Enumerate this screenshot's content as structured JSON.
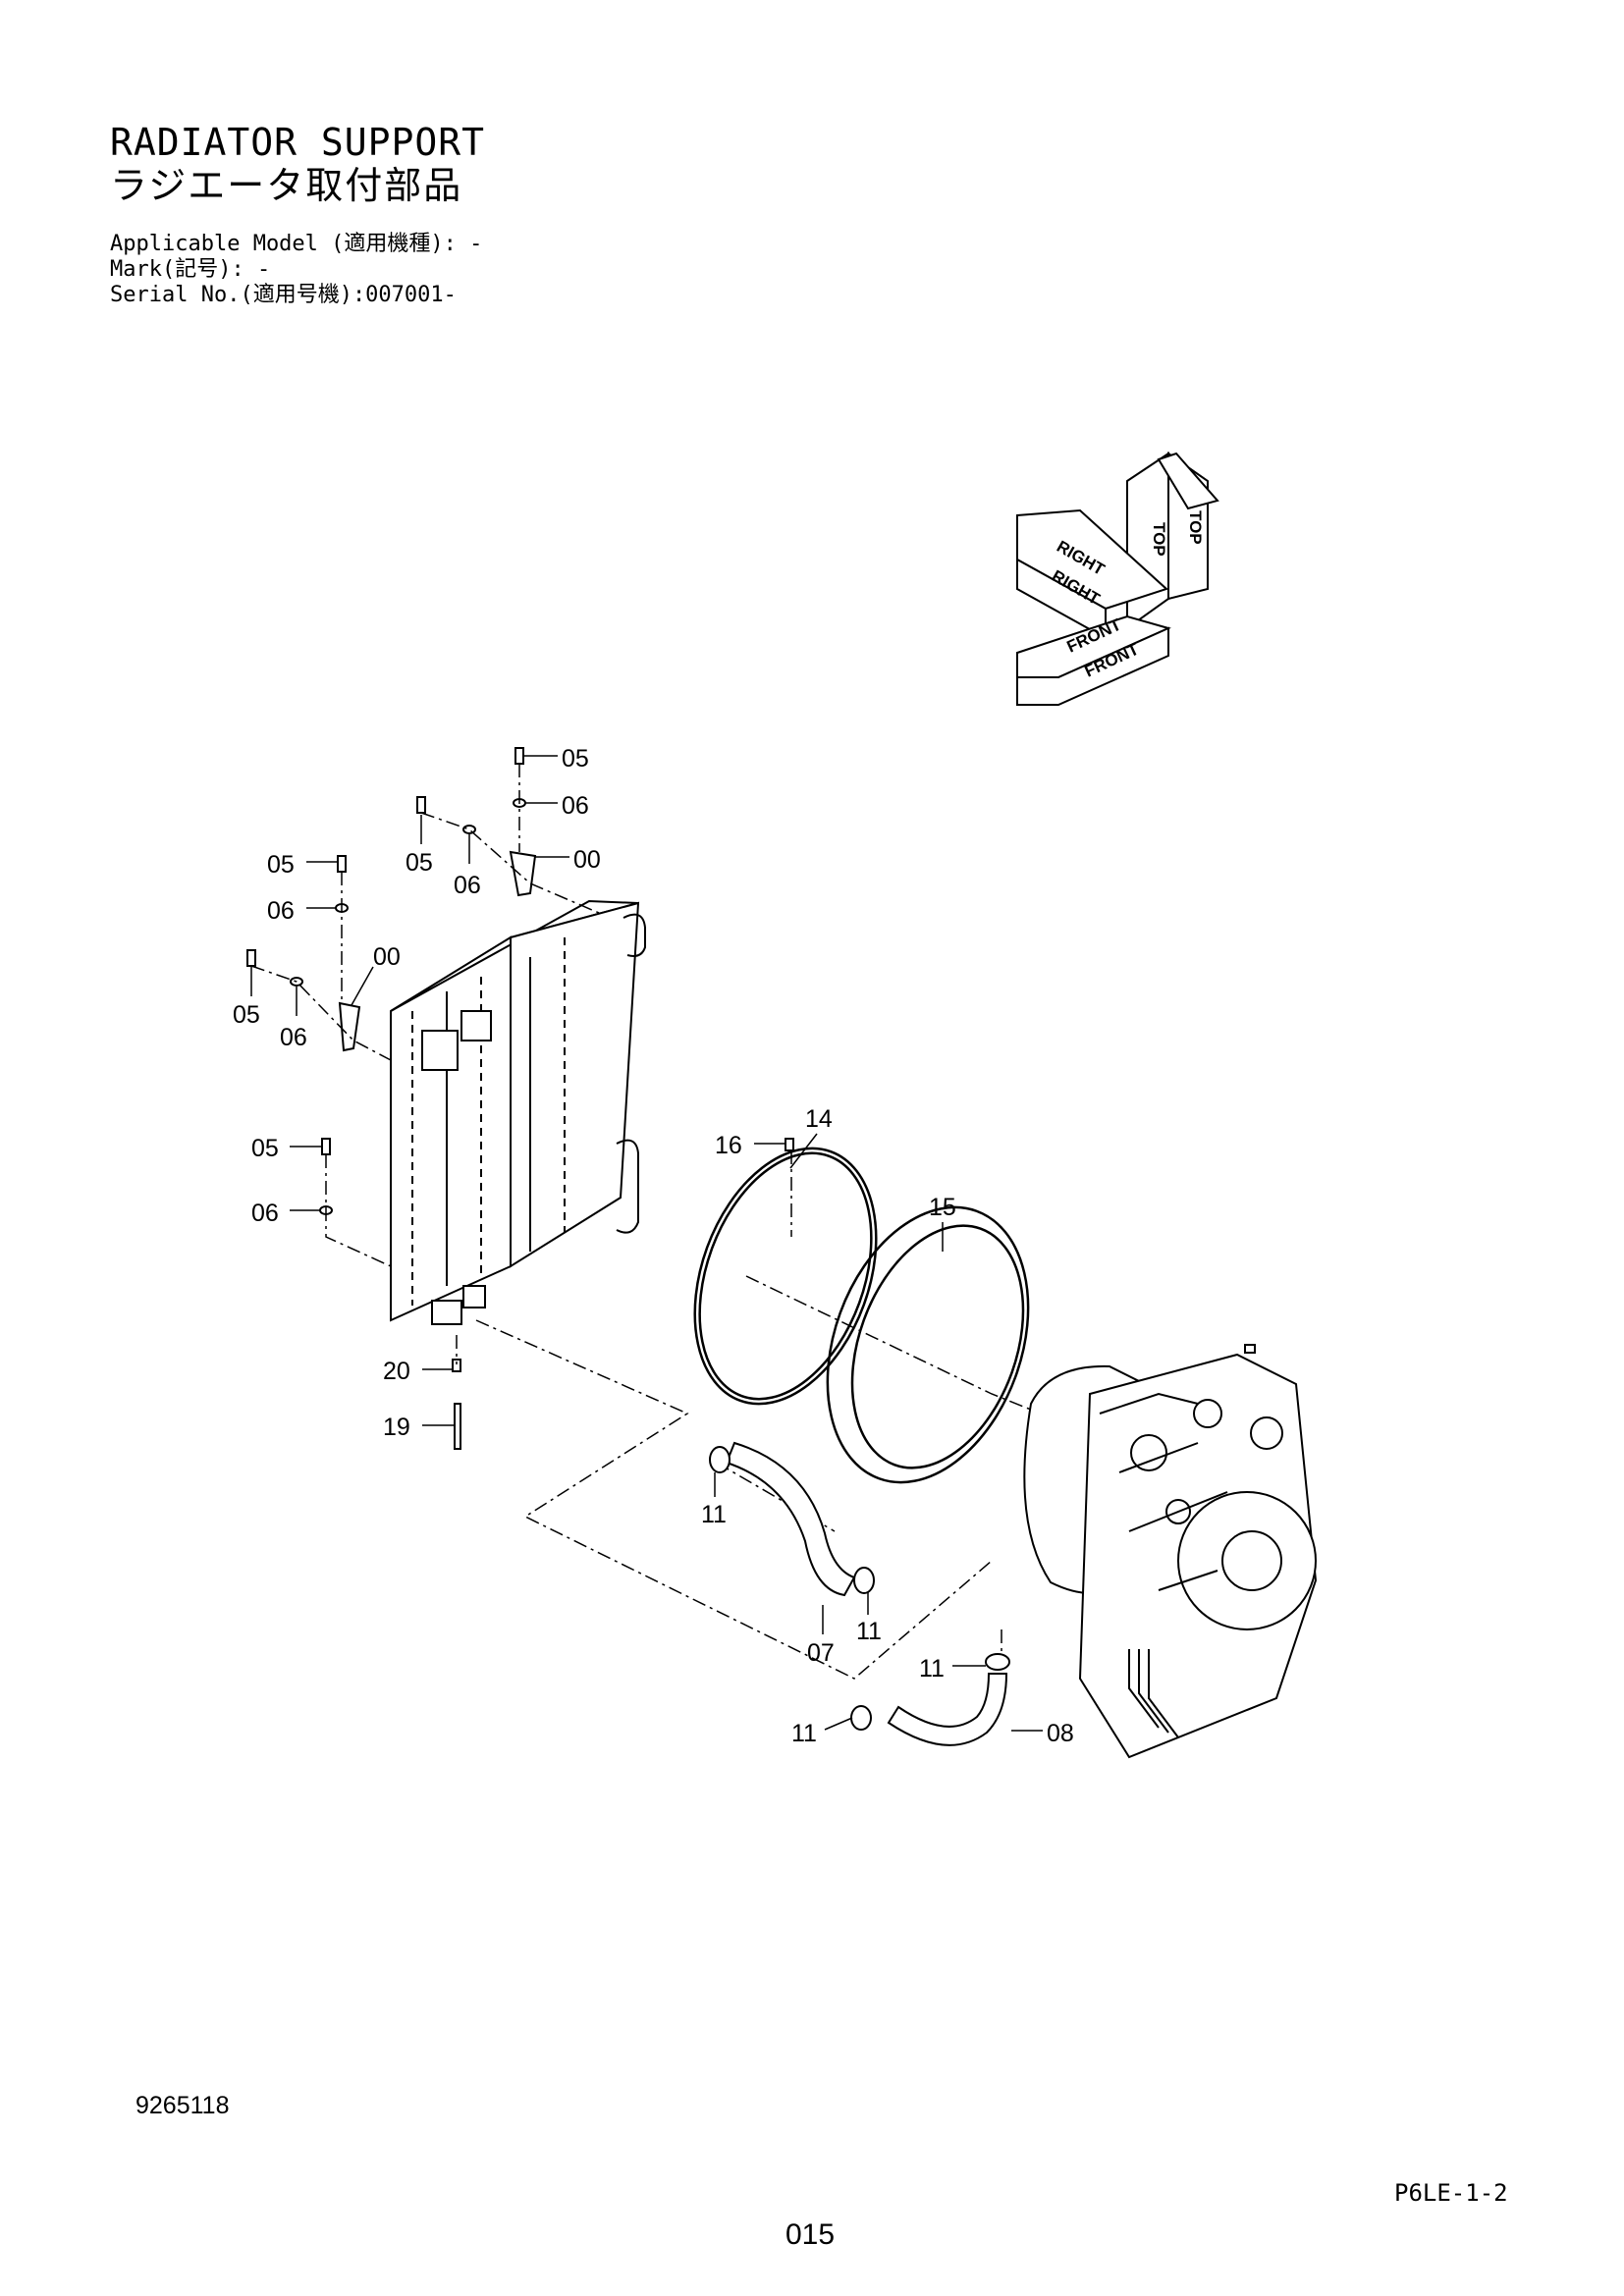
{
  "header": {
    "title_en": "RADIATOR SUPPORT",
    "title_jp": "ラジエータ取付部品",
    "applicable_model": "Applicable Model (適用機種): -",
    "mark": "Mark(記号): -",
    "serial": "Serial No.(適用号機):007001-"
  },
  "orientation": {
    "labels": [
      "TOP",
      "TOP",
      "RIGHT",
      "RIGHT",
      "FRONT",
      "FRONT"
    ]
  },
  "callouts": {
    "c05_top": "05",
    "c06_top": "06",
    "c00_top": "00",
    "c05_mid": "05",
    "c06_mid": "06",
    "c05_left": "05",
    "c06_left": "06",
    "c00_left": "00",
    "c05_far": "05",
    "c06_far": "06",
    "c05_low": "05",
    "c06_low": "06",
    "c16": "16",
    "c14": "14",
    "c15": "15",
    "c20": "20",
    "c19": "19",
    "c11_a": "11",
    "c07": "07",
    "c11_b": "11",
    "c11_c": "11",
    "c11_d": "11",
    "c08": "08"
  },
  "footer": {
    "drawing_no": "9265118",
    "page_code": "P6LE-1-2",
    "page_number": "015"
  },
  "colors": {
    "ink": "#000000",
    "paper": "#ffffff"
  }
}
